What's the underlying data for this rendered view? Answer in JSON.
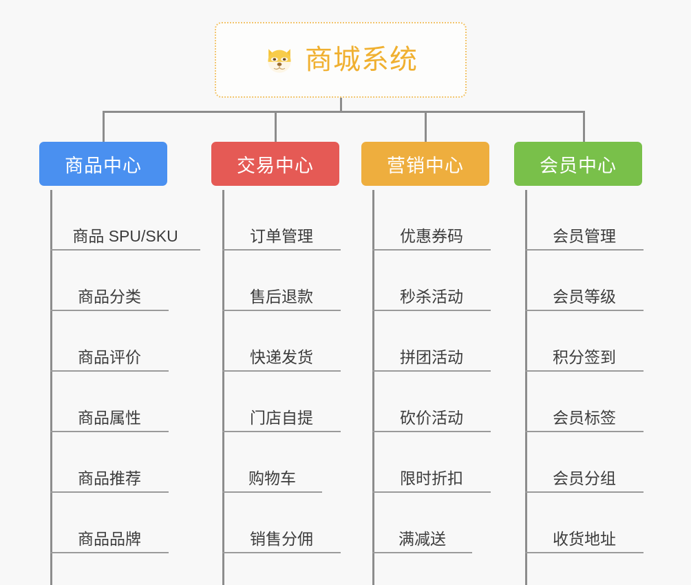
{
  "page": {
    "background_color": "#f8f8f8",
    "connector_color": "#8c8c8c",
    "leaf_rule_color": "#9a9a9a",
    "leaf_text_color": "#3c3c3c"
  },
  "root": {
    "title": "商城系统",
    "icon": "dog-face-emoji",
    "text_color": "#f0b030",
    "border_color": "#f2c46a",
    "background": "#fdfdfc"
  },
  "branches": [
    {
      "label": "商品中心",
      "color": "#4a90f0",
      "items": [
        {
          "label": "商品 SPU/SKU"
        },
        {
          "label": "商品分类"
        },
        {
          "label": "商品评价"
        },
        {
          "label": "商品属性"
        },
        {
          "label": "商品推荐"
        },
        {
          "label": "商品品牌"
        }
      ]
    },
    {
      "label": "交易中心",
      "color": "#e55a55",
      "items": [
        {
          "label": "订单管理"
        },
        {
          "label": "售后退款"
        },
        {
          "label": "快递发货"
        },
        {
          "label": "门店自提"
        },
        {
          "label": "购物车"
        },
        {
          "label": "销售分佣"
        }
      ]
    },
    {
      "label": "营销中心",
      "color": "#eeae3e",
      "items": [
        {
          "label": "优惠券码"
        },
        {
          "label": "秒杀活动"
        },
        {
          "label": "拼团活动"
        },
        {
          "label": "砍价活动"
        },
        {
          "label": "限时折扣"
        },
        {
          "label": "满减送"
        }
      ]
    },
    {
      "label": "会员中心",
      "color": "#79c04a",
      "items": [
        {
          "label": "会员管理"
        },
        {
          "label": "会员等级"
        },
        {
          "label": "积分签到"
        },
        {
          "label": "会员标签"
        },
        {
          "label": "会员分组"
        },
        {
          "label": "收货地址"
        }
      ]
    }
  ]
}
